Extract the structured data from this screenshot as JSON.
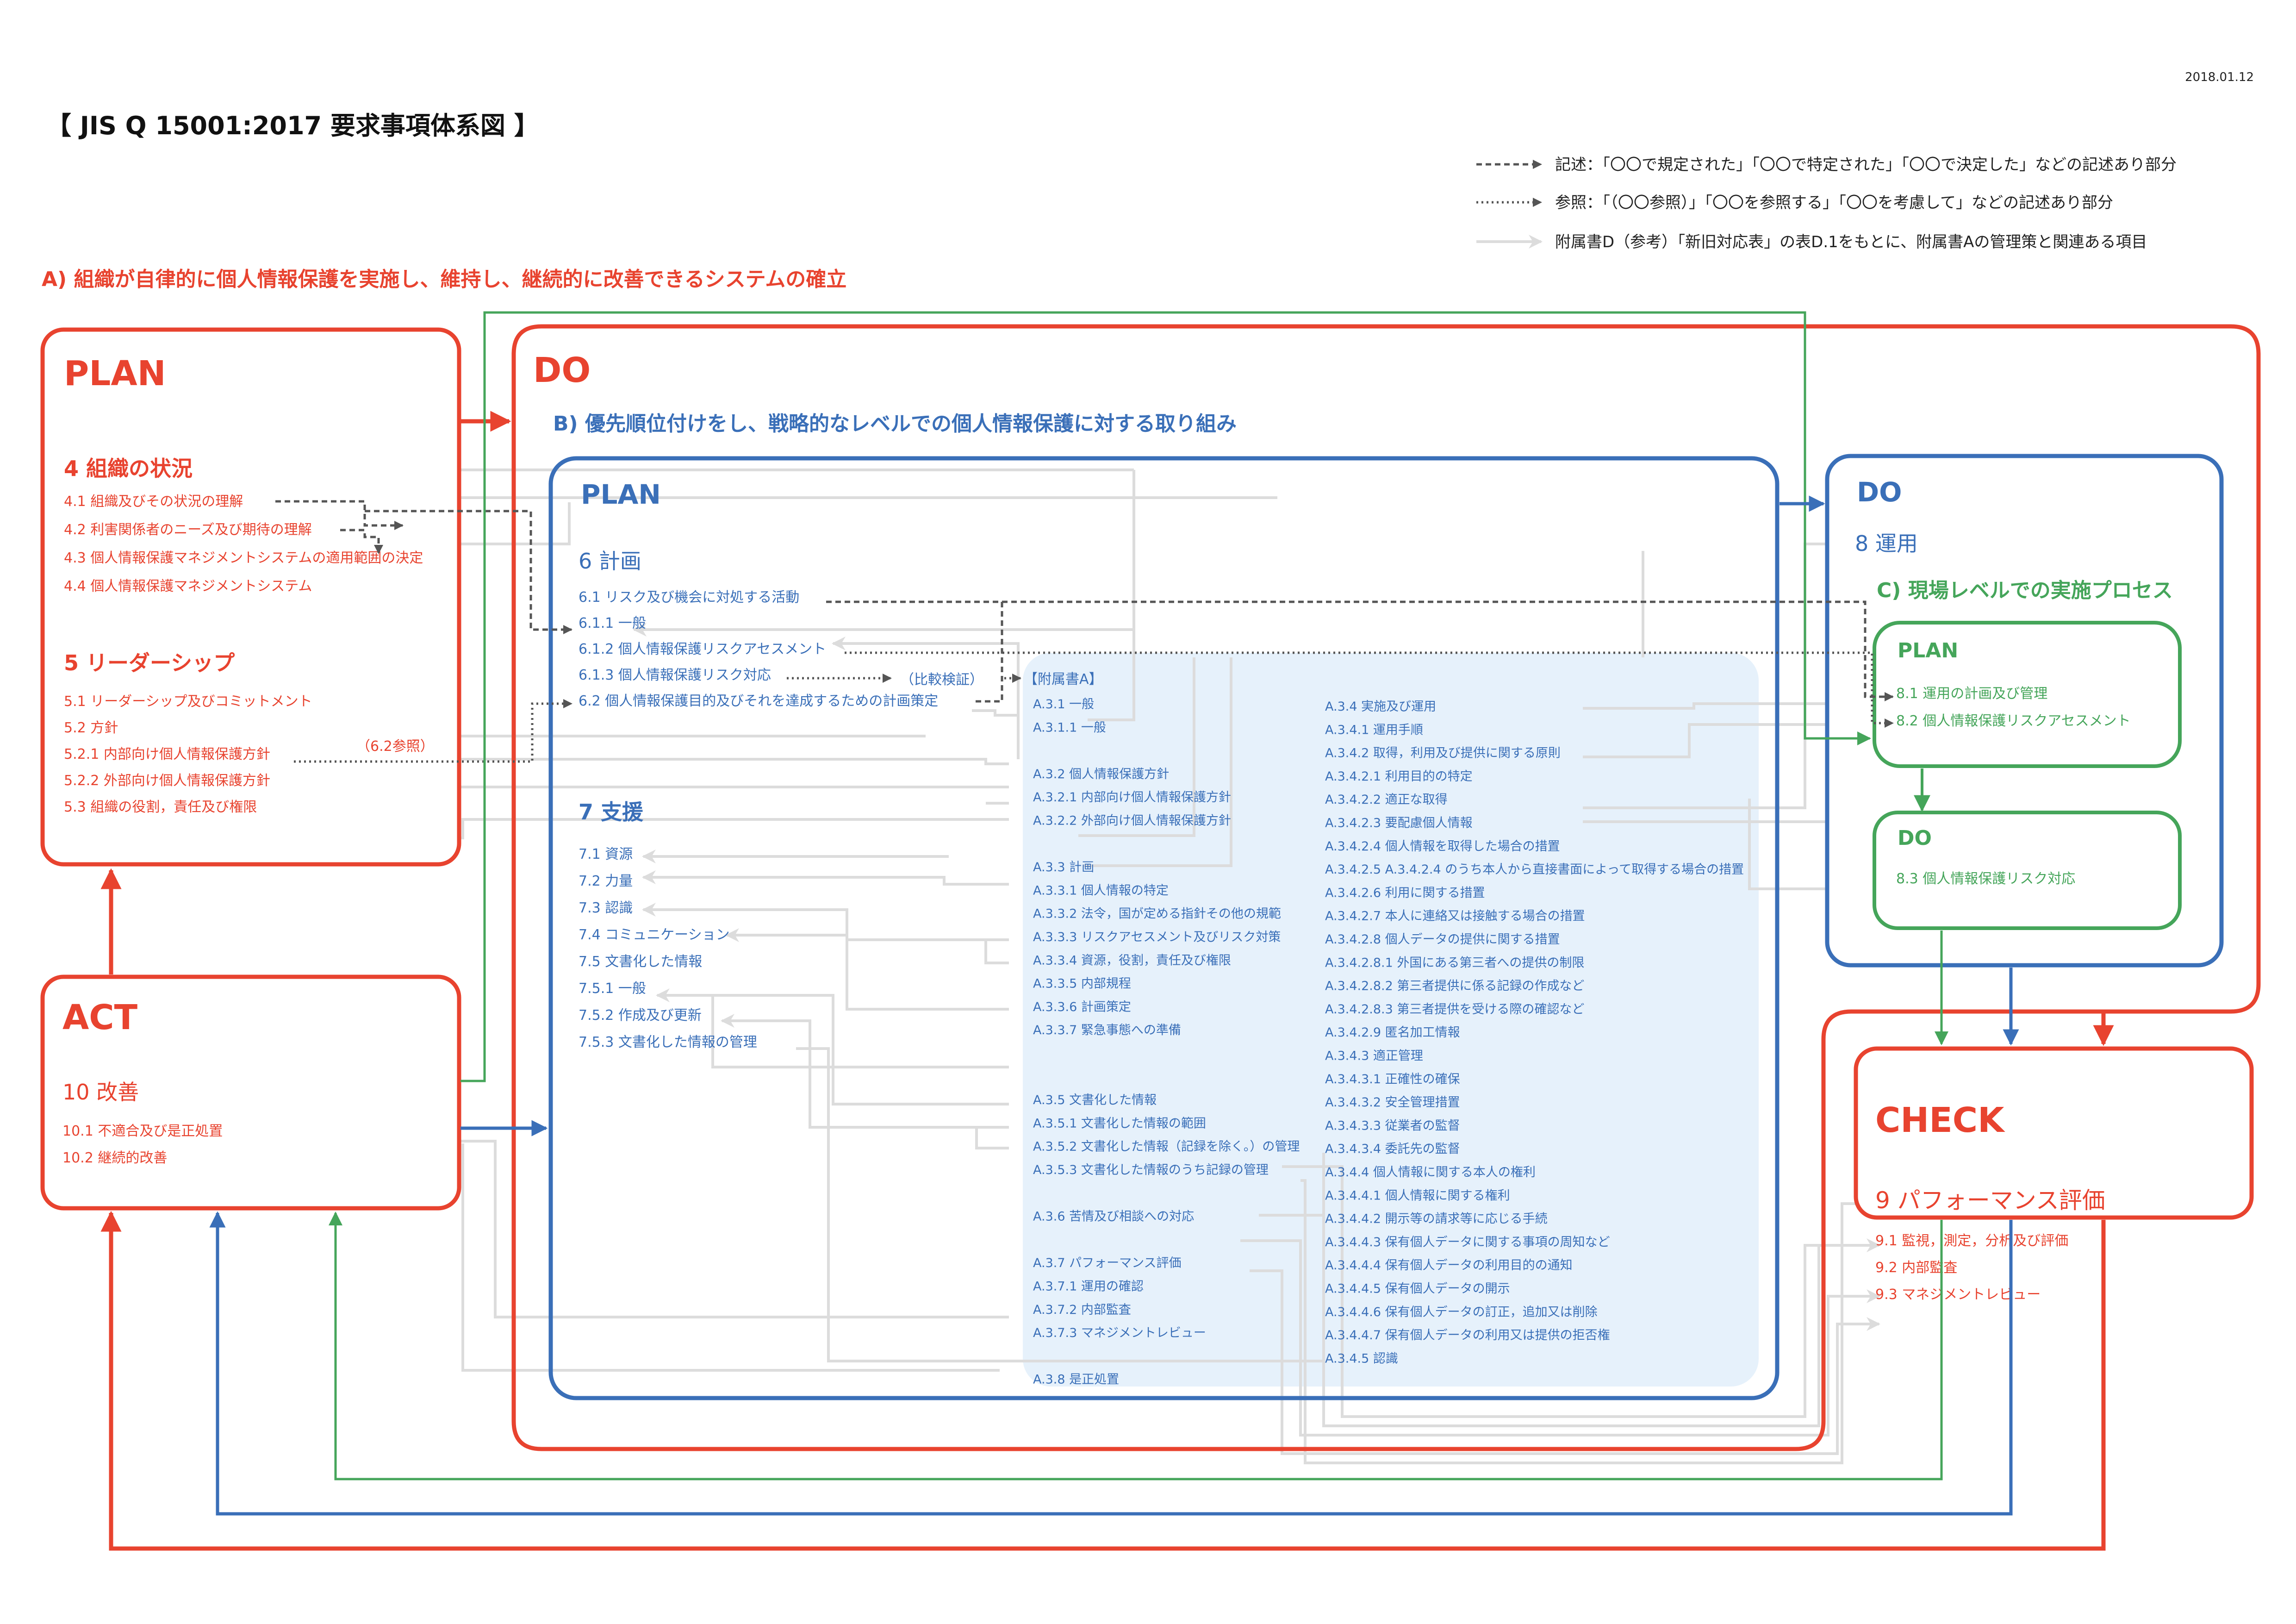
{
  "header": {
    "date": "2018.01.12",
    "title": "【 JIS Q 15001:2017 要求事項体系図 】"
  },
  "legend": [
    {
      "icon": "dashed-arrow-icon",
      "text": "記述：「〇〇で規定された」「〇〇で特定された」「〇〇で決定した」などの記述あり部分"
    },
    {
      "icon": "dotted-arrow-icon",
      "text": "参照：「（〇〇参照）」「〇〇を参照する」「〇〇を考慮して」などの記述あり部分"
    },
    {
      "icon": "light-arrow-icon",
      "text": "附属書D（参考）「新旧対応表」の表D.1をもとに、附属書Aの管理策と関連ある項目"
    }
  ],
  "sections": {
    "a": "A) 組織が自律的に個人情報保護を実施し、維持し、継続的に改善できるシステムの確立",
    "b": "B) 優先順位付けをし、戦略的なレベルでの個人情報保護に対する取り組み",
    "c": "C) 現場レベルでの実施プロセス"
  },
  "plan": {
    "label": "PLAN",
    "clause4": {
      "heading": "4 組織の状況",
      "items": [
        "4.1 組織及びその状況の理解",
        "4.2 利害関係者のニーズ及び期待の理解",
        "4.3 個人情報保護マネジメントシステムの適用範囲の決定",
        "4.4 個人情報保護マネジメントシステム"
      ]
    },
    "clause5": {
      "heading": "5 リーダーシップ",
      "items": [
        "5.1 リーダーシップ及びコミットメント",
        "5.2 方針",
        "5.2.1 内部向け個人情報保護方針",
        "5.2.2 外部向け個人情報保護方針",
        "5.3 組織の役割，責任及び権限"
      ]
    },
    "note_62": "（6.2参照）"
  },
  "act": {
    "label": "ACT",
    "heading": "10 改善",
    "items": [
      "10.1 不適合及び是正処置",
      "10.2 継続的改善"
    ]
  },
  "do": {
    "label": "DO",
    "inner_plan": {
      "label": "PLAN",
      "clause6": {
        "heading": "6 計画",
        "items": [
          "6.1 リスク及び機会に対処する活動",
          "6.1.1 一般",
          "6.1.2 個人情報保護リスクアセスメント",
          "6.1.3 個人情報保護リスク対応",
          "6.2 個人情報保護目的及びそれを達成するための計画策定"
        ]
      },
      "compare_note": "（比較検証）",
      "clause7": {
        "heading": "7 支援",
        "items": [
          "7.1 資源",
          "7.2 力量",
          "7.3 認識",
          "7.4 コミュニケーション",
          "7.5 文書化した情報",
          "7.5.1 一般",
          "7.5.2 作成及び更新",
          "7.5.3 文書化した情報の管理"
        ]
      }
    },
    "annex_a": {
      "title": "【附属書A】",
      "col1": [
        "A.3.1 一般",
        "A.3.1.1 一般",
        "",
        "A.3.2 個人情報保護方針",
        "A.3.2.1 内部向け個人情報保護方針",
        "A.3.2.2 外部向け個人情報保護方針",
        "",
        "A.3.3 計画",
        "A.3.3.1 個人情報の特定",
        "A.3.3.2 法令，国が定める指針その他の規範",
        "A.3.3.3 リスクアセスメント及びリスク対策",
        "A.3.3.4 資源，役割，責任及び権限",
        "A.3.3.5 内部規程",
        "A.3.3.6 計画策定",
        "A.3.3.7 緊急事態への準備",
        "",
        "",
        "A.3.5 文書化した情報",
        "A.3.5.1 文書化した情報の範囲",
        "A.3.5.2 文書化した情報（記録を除く。）の管理",
        "A.3.5.3 文書化した情報のうち記録の管理",
        "",
        "A.3.6 苦情及び相談への対応",
        "",
        "A.3.7 パフォーマンス評価",
        "A.3.7.1 運用の確認",
        "A.3.7.2 内部監査",
        "A.3.7.3 マネジメントレビュー",
        "",
        "A.3.8 是正処置"
      ],
      "col2": [
        "A.3.4 実施及び運用",
        "A.3.4.1 運用手順",
        "A.3.4.2 取得，利用及び提供に関する原則",
        "A.3.4.2.1 利用目的の特定",
        "A.3.4.2.2 適正な取得",
        "A.3.4.2.3 要配慮個人情報",
        "A.3.4.2.4 個人情報を取得した場合の措置",
        "A.3.4.2.5 A.3.4.2.4 のうち本人から直接書面によって取得する場合の措置",
        "A.3.4.2.6 利用に関する措置",
        "A.3.4.2.7 本人に連絡又は接触する場合の措置",
        "A.3.4.2.8 個人データの提供に関する措置",
        "A.3.4.2.8.1 外国にある第三者への提供の制限",
        "A.3.4.2.8.2 第三者提供に係る記録の作成など",
        "A.3.4.2.8.3 第三者提供を受ける際の確認など",
        "A.3.4.2.9 匿名加工情報",
        "A.3.4.3 適正管理",
        "A.3.4.3.1 正確性の確保",
        "A.3.4.3.2 安全管理措置",
        "A.3.4.3.3 従業者の監督",
        "A.3.4.3.4 委託先の監督",
        "A.3.4.4 個人情報に関する本人の権利",
        "A.3.4.4.1 個人情報に関する権利",
        "A.3.4.4.2 開示等の請求等に応じる手続",
        "A.3.4.4.3 保有個人データに関する事項の周知など",
        "A.3.4.4.4 保有個人データの利用目的の通知",
        "A.3.4.4.5 保有個人データの開示",
        "A.3.4.4.6 保有個人データの訂正，追加又は削除",
        "A.3.4.4.7 保有個人データの利用又は提供の拒否権",
        "A.3.4.5 認識"
      ]
    },
    "inner_do": {
      "label": "DO",
      "heading": "8 運用",
      "c_plan": {
        "label": "PLAN",
        "items": [
          "8.1 運用の計画及び管理",
          "8.2 個人情報保護リスクアセスメント"
        ]
      },
      "c_do": {
        "label": "DO",
        "items": [
          "8.3 個人情報保護リスク対応"
        ]
      }
    }
  },
  "check": {
    "label": "CHECK",
    "heading": "9 パフォーマンス評価",
    "items": [
      "9.1 監視，測定，分析及び評価",
      "9.2 内部監査",
      "9.3 マネジメントレビュー"
    ]
  },
  "colors": {
    "red": "#e8432f",
    "blue": "#3a6fb8",
    "green": "#45a55a",
    "gray": "#dcdcdc",
    "annex_bg": "#e6f1fb"
  }
}
